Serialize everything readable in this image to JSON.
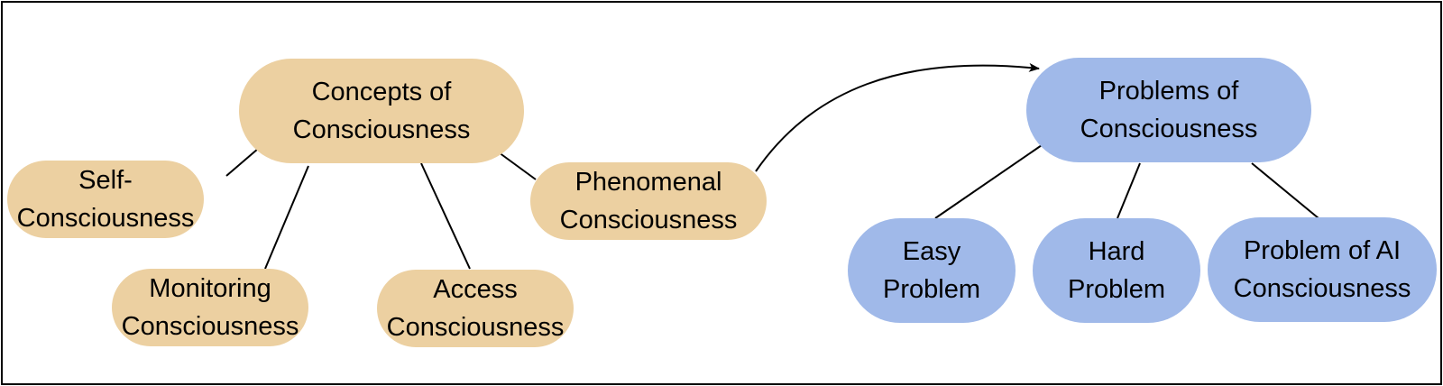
{
  "diagram": {
    "colors": {
      "concepts": "#ecd0a1",
      "problems": "#a0b9e9",
      "edge": "#000000"
    },
    "concepts_root": {
      "label": "Concepts of\nConsciousness"
    },
    "concepts_children": [
      {
        "label": "Self-\nConsciousness"
      },
      {
        "label": "Monitoring\nConsciousness"
      },
      {
        "label": "Access\nConsciousness"
      },
      {
        "label": "Phenomenal\nConsciousness"
      }
    ],
    "problems_root": {
      "label": "Problems of\nConsciousness"
    },
    "problems_children": [
      {
        "label": "Easy\nProblem"
      },
      {
        "label": "Hard\nProblem"
      },
      {
        "label": "Problem of AI\nConsciousness"
      }
    ],
    "links": [
      {
        "from": "Concepts of Consciousness",
        "to": "Self-Consciousness"
      },
      {
        "from": "Concepts of Consciousness",
        "to": "Monitoring Consciousness"
      },
      {
        "from": "Concepts of Consciousness",
        "to": "Access Consciousness"
      },
      {
        "from": "Concepts of Consciousness",
        "to": "Phenomenal Consciousness"
      },
      {
        "from": "Phenomenal Consciousness",
        "to": "Problems of Consciousness",
        "arrow": true
      },
      {
        "from": "Problems of Consciousness",
        "to": "Easy Problem"
      },
      {
        "from": "Problems of Consciousness",
        "to": "Hard Problem"
      },
      {
        "from": "Problems of Consciousness",
        "to": "Problem of AI Consciousness"
      }
    ]
  }
}
